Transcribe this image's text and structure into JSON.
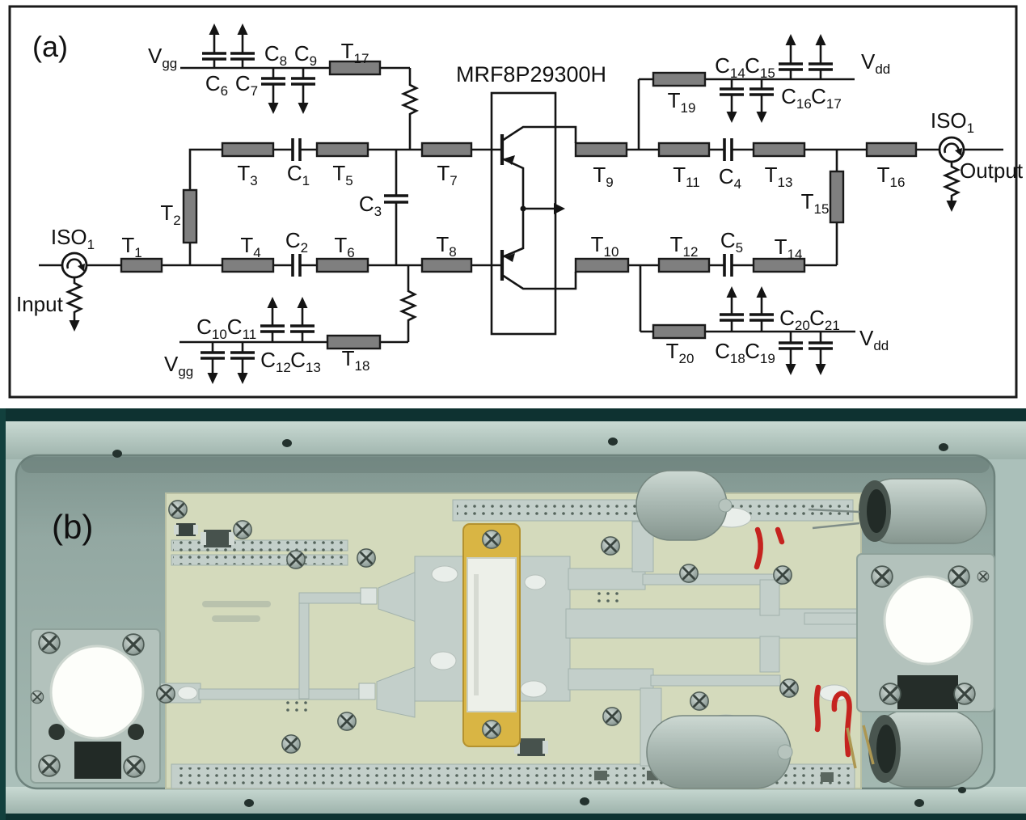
{
  "figure": {
    "panel_a_label": "(a)",
    "panel_b_label": "(b)",
    "device_name": "MRF8P29300H",
    "input_label": "Input",
    "output_label": "Output"
  },
  "colors": {
    "schematic_block": "#7f7f7f",
    "schematic_line": "#141414",
    "red_wire": "#c5231f",
    "pcb_board": "#d4dabc",
    "transistor_flange": "#d9b544",
    "transistor_body": "#edf0e9",
    "housing_metal": "#abc0ba"
  },
  "parts": {
    "t1": {
      "m": "T",
      "s": "1"
    },
    "t2": {
      "m": "T",
      "s": "2"
    },
    "t3": {
      "m": "T",
      "s": "3"
    },
    "t4": {
      "m": "T",
      "s": "4"
    },
    "t5": {
      "m": "T",
      "s": "5"
    },
    "t6": {
      "m": "T",
      "s": "6"
    },
    "t7": {
      "m": "T",
      "s": "7"
    },
    "t8": {
      "m": "T",
      "s": "8"
    },
    "t9": {
      "m": "T",
      "s": "9"
    },
    "t10": {
      "m": "T",
      "s": "10"
    },
    "t11": {
      "m": "T",
      "s": "11"
    },
    "t12": {
      "m": "T",
      "s": "12"
    },
    "t13": {
      "m": "T",
      "s": "13"
    },
    "t14": {
      "m": "T",
      "s": "14"
    },
    "t15": {
      "m": "T",
      "s": "15"
    },
    "t16": {
      "m": "T",
      "s": "16"
    },
    "t17": {
      "m": "T",
      "s": "17"
    },
    "t18": {
      "m": "T",
      "s": "18"
    },
    "t19": {
      "m": "T",
      "s": "19"
    },
    "t20": {
      "m": "T",
      "s": "20"
    },
    "c1": {
      "m": "C",
      "s": "1"
    },
    "c2": {
      "m": "C",
      "s": "2"
    },
    "c3": {
      "m": "C",
      "s": "3"
    },
    "c4": {
      "m": "C",
      "s": "4"
    },
    "c5": {
      "m": "C",
      "s": "5"
    },
    "c6": {
      "m": "C",
      "s": "6"
    },
    "c7": {
      "m": "C",
      "s": "7"
    },
    "c8": {
      "m": "C",
      "s": "8"
    },
    "c9": {
      "m": "C",
      "s": "9"
    },
    "c10": {
      "m": "C",
      "s": "10"
    },
    "c11": {
      "m": "C",
      "s": "11"
    },
    "c12": {
      "m": "C",
      "s": "12"
    },
    "c13": {
      "m": "C",
      "s": "13"
    },
    "c14": {
      "m": "C",
      "s": "14"
    },
    "c15": {
      "m": "C",
      "s": "15"
    },
    "c16": {
      "m": "C",
      "s": "16"
    },
    "c17": {
      "m": "C",
      "s": "17"
    },
    "c18": {
      "m": "C",
      "s": "18"
    },
    "c19": {
      "m": "C",
      "s": "19"
    },
    "c20": {
      "m": "C",
      "s": "20"
    },
    "c21": {
      "m": "C",
      "s": "21"
    },
    "iso_in": {
      "m": "ISO",
      "s": "1"
    },
    "iso_out": {
      "m": "ISO",
      "s": "1"
    },
    "vgg_top": {
      "m": "V",
      "s": "gg"
    },
    "vgg_bot": {
      "m": "V",
      "s": "gg"
    },
    "vdd_top": {
      "m": "V",
      "s": "dd"
    },
    "vdd_bot": {
      "m": "V",
      "s": "dd"
    }
  }
}
